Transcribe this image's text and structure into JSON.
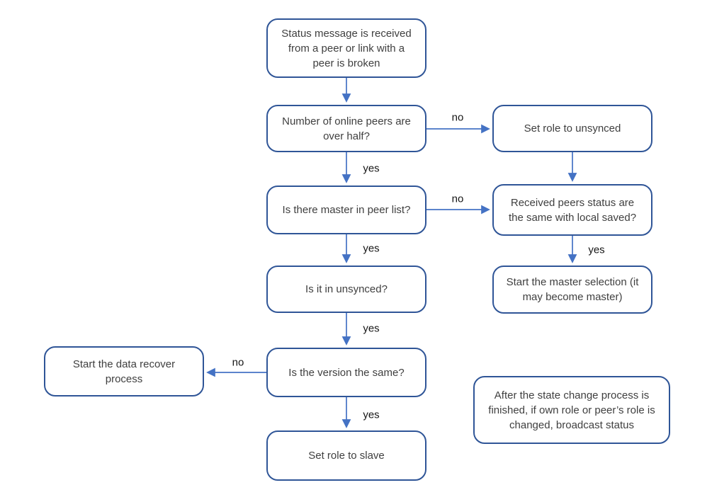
{
  "diagram": {
    "type": "flowchart",
    "topic": "Peer status / role synchronization state change process",
    "colors": {
      "node_border": "#2f5597",
      "node_fill": "#ffffff",
      "node_text": "#3f3f3f",
      "arrow": "#4472c4",
      "edge_label_text": "#151515",
      "background": "#ffffff"
    },
    "nodes": [
      {
        "id": "status-received",
        "label": "Status message is received from a peer or link with a peer is broken"
      },
      {
        "id": "peers-over-half",
        "label": "Number of online peers are over half?"
      },
      {
        "id": "set-role-unsynced",
        "label": "Set role to unsynced"
      },
      {
        "id": "master-in-peer-list",
        "label": "Is there master in peer list?"
      },
      {
        "id": "received-status-same",
        "label": "Received peers status are the same with local saved?"
      },
      {
        "id": "start-master-selection",
        "label": "Start the master selection (it may become master)"
      },
      {
        "id": "is-it-in-unsynced",
        "label": "Is it in unsynced?"
      },
      {
        "id": "version-same",
        "label": "Is the version the same?"
      },
      {
        "id": "data-recover",
        "label": "Start the data recover process"
      },
      {
        "id": "set-role-slave",
        "label": "Set role to slave"
      },
      {
        "id": "broadcast-note",
        "label": "After the state change process is finished, if own role or peer’s role is changed, broadcast status"
      }
    ],
    "edges": [
      {
        "from": "status-received",
        "to": "peers-over-half",
        "label": ""
      },
      {
        "from": "peers-over-half",
        "to": "set-role-unsynced",
        "label": "no"
      },
      {
        "from": "peers-over-half",
        "to": "master-in-peer-list",
        "label": "yes"
      },
      {
        "from": "set-role-unsynced",
        "to": "received-status-same",
        "label": ""
      },
      {
        "from": "master-in-peer-list",
        "to": "received-status-same",
        "label": "no"
      },
      {
        "from": "master-in-peer-list",
        "to": "is-it-in-unsynced",
        "label": "yes"
      },
      {
        "from": "received-status-same",
        "to": "start-master-selection",
        "label": "yes"
      },
      {
        "from": "is-it-in-unsynced",
        "to": "version-same",
        "label": "yes"
      },
      {
        "from": "version-same",
        "to": "data-recover",
        "label": "no"
      },
      {
        "from": "version-same",
        "to": "set-role-slave",
        "label": "yes"
      }
    ]
  }
}
